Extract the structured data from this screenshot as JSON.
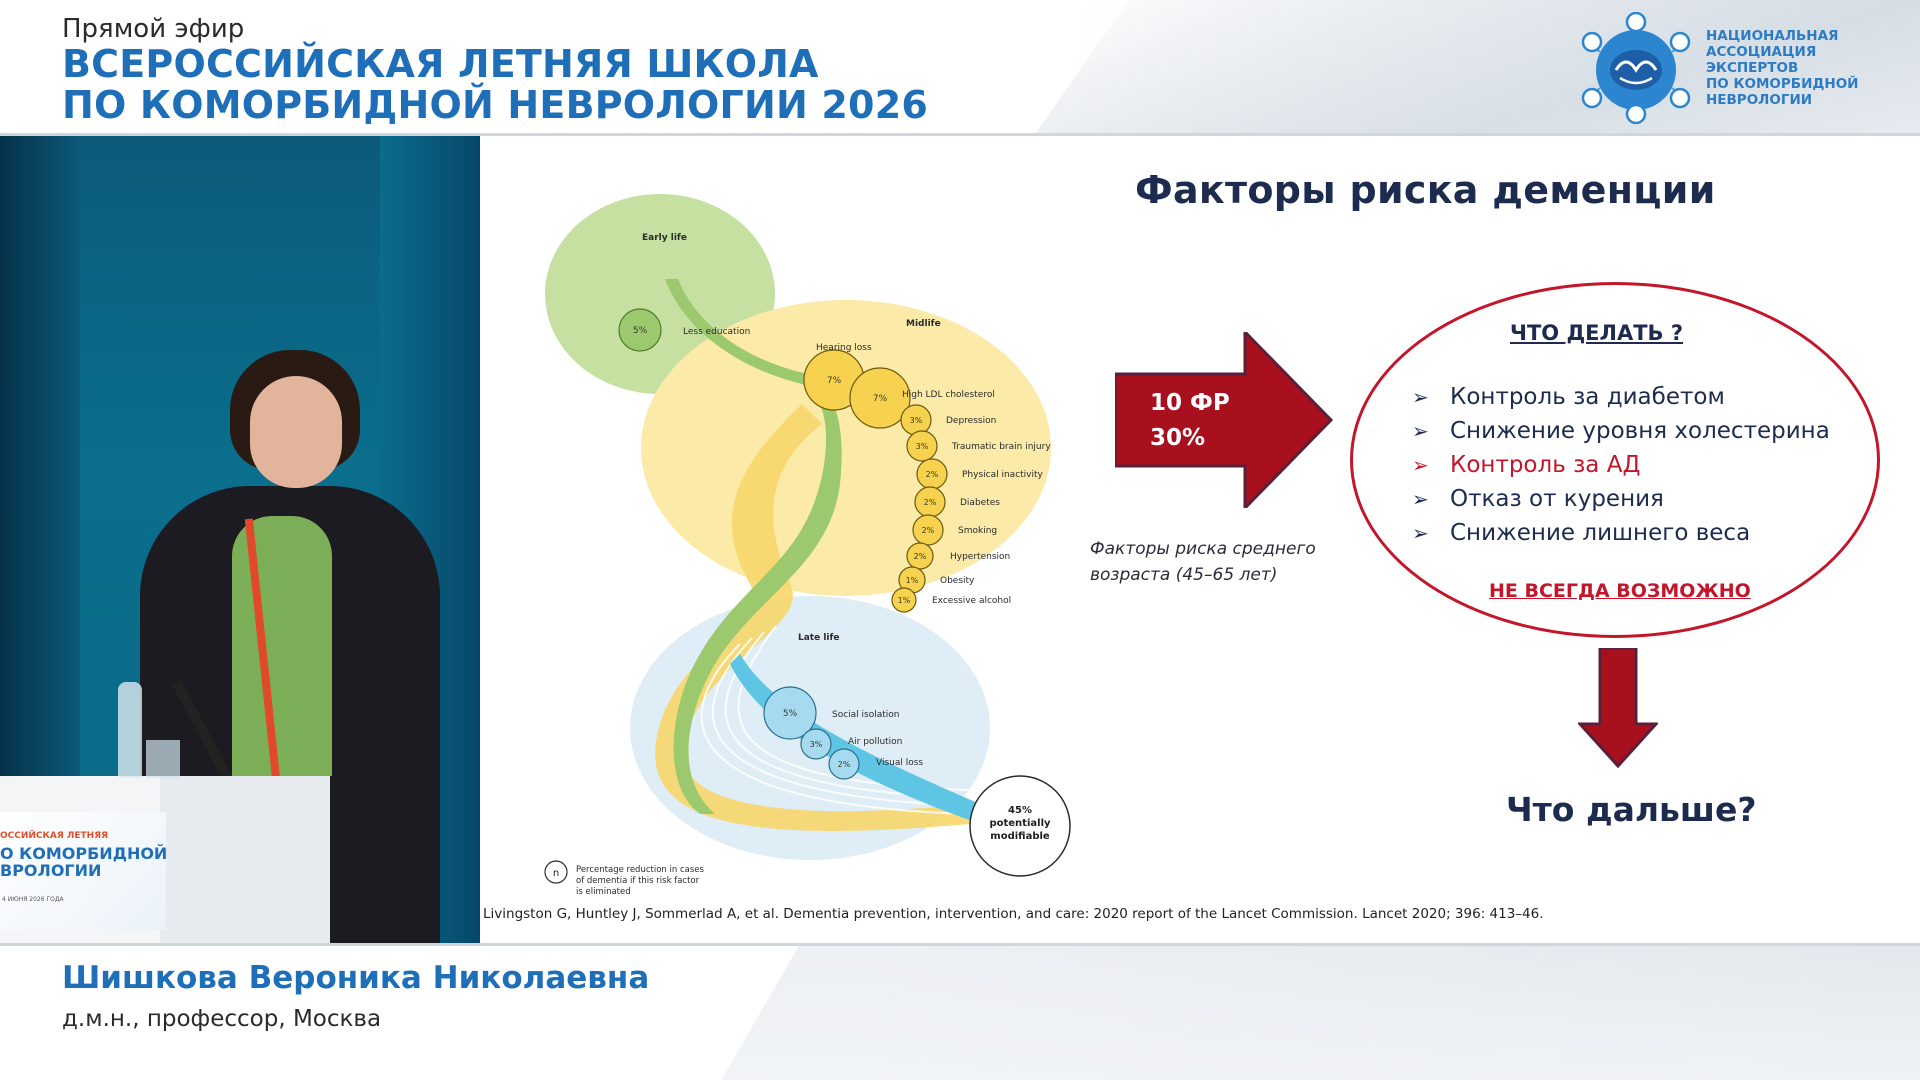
{
  "header": {
    "live_label": "Прямой эфир",
    "event_title_line1": "ВСЕРОССИЙСКАЯ ЛЕТНЯЯ ШКОЛА",
    "event_title_line2": "ПО КОМОРБИДНОЙ НЕВРОЛОГИИ 2026",
    "org_line1": "НАЦИОНАЛЬНАЯ",
    "org_line2": "АССОЦИАЦИЯ",
    "org_line3": "ЭКСПЕРТОВ",
    "org_line4": "ПО КОМОРБИДНОЙ",
    "org_line5": "НЕВРОЛОГИИ"
  },
  "video": {
    "podium_line1": "ОССИЙСКАЯ ЛЕТНЯЯ",
    "podium_line2": "О КОМОРБИДНОЙ",
    "podium_line3": "ВРОЛОГИИ",
    "podium_date": "4 ИЮНЯ 2026 ГОДА"
  },
  "slide": {
    "title": "Факторы риска деменции",
    "diagram": {
      "early_life": "Early life",
      "midlife": "Midlife",
      "late_life": "Late life",
      "factors_early": [
        {
          "pct": "5%",
          "label": "Less education"
        }
      ],
      "factors_mid": [
        {
          "pct": "7%",
          "label": "Hearing loss"
        },
        {
          "pct": "7%",
          "label": "High LDL cholesterol"
        },
        {
          "pct": "3%",
          "label": "Depression"
        },
        {
          "pct": "3%",
          "label": "Traumatic brain injury"
        },
        {
          "pct": "2%",
          "label": "Physical inactivity"
        },
        {
          "pct": "2%",
          "label": "Diabetes"
        },
        {
          "pct": "2%",
          "label": "Smoking"
        },
        {
          "pct": "2%",
          "label": "Hypertension"
        },
        {
          "pct": "1%",
          "label": "Obesity"
        },
        {
          "pct": "1%",
          "label": "Excessive alcohol"
        }
      ],
      "factors_late": [
        {
          "pct": "5%",
          "label": "Social isolation"
        },
        {
          "pct": "3%",
          "label": "Air pollution"
        },
        {
          "pct": "2%",
          "label": "Visual loss"
        }
      ],
      "total_line1": "45%",
      "total_line2": "potentially",
      "total_line3": "modifiable",
      "legend_symbol": "n",
      "legend_line1": "Percentage reduction in cases",
      "legend_line2": "of dementia if this risk factor",
      "legend_line3": "is eliminated"
    },
    "arrow_line1": "10 ФР",
    "arrow_line2": "30%",
    "midlife_note_line1": "Факторы риска среднего",
    "midlife_note_line2": "возраста (45–65 лет)",
    "what_to_do": "ЧТО ДЕЛАТЬ ?",
    "actions": [
      "Контроль за диабетом",
      "Снижение уровня холестерина",
      "Контроль за АД",
      "Отказ от курения",
      "Снижение лишнего веса"
    ],
    "not_always": "НЕ ВСЕГДА ВОЗМОЖНО",
    "whats_next": "Что дальше?",
    "citation": "Livingston G, Huntley J, Sommerlad A, et al. Dementia prevention, intervention, and care: 2020 report of the Lancet Commission. Lancet 2020; 396: 413–46.",
    "colors": {
      "title": "#1c2b4e",
      "accent_red": "#c4162a",
      "arrow_red": "#a8101e"
    }
  },
  "footer": {
    "speaker_name": "Шишкова Вероника Николаевна",
    "speaker_role": "д.м.н., профессор, Москва"
  }
}
